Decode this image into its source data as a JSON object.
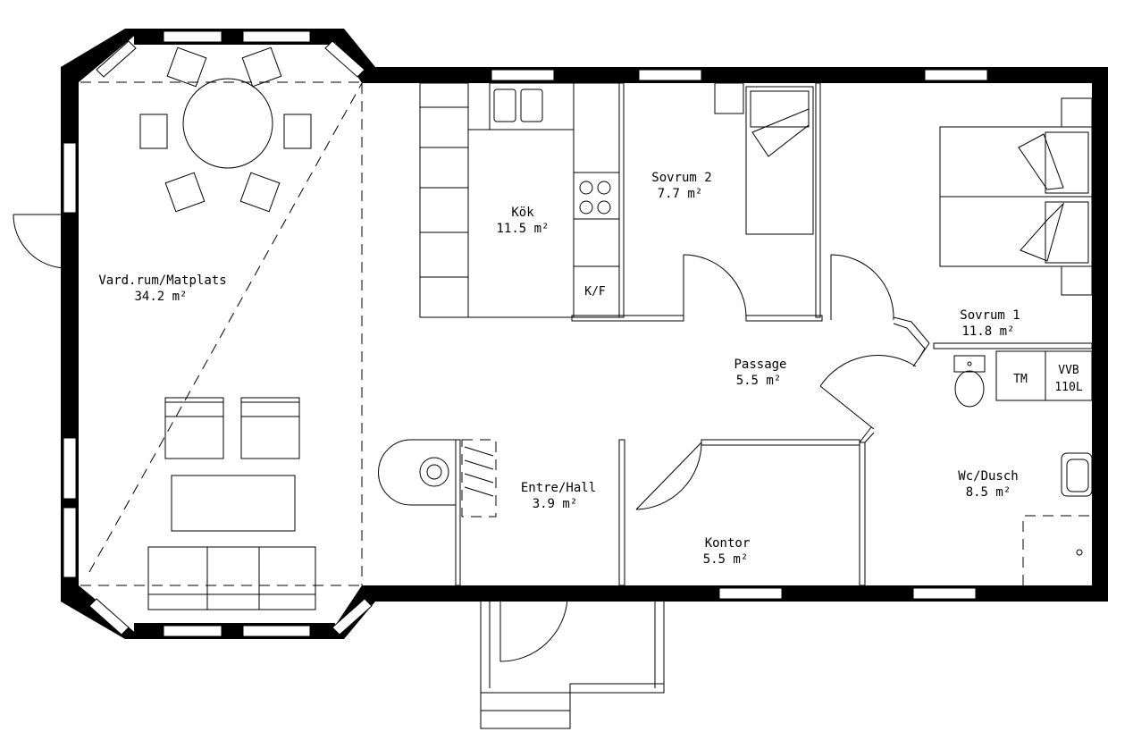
{
  "rooms": {
    "living": {
      "name": "Vard.rum/Matplats",
      "area": "34.2 m²"
    },
    "kitchen": {
      "name": "Kök",
      "area": "11.5 m²"
    },
    "bedroom2": {
      "name": "Sovrum 2",
      "area": "7.7 m²"
    },
    "bedroom1": {
      "name": "Sovrum 1",
      "area": "11.8 m²"
    },
    "passage": {
      "name": "Passage",
      "area": "5.5 m²"
    },
    "hall": {
      "name": "Entre/Hall",
      "area": "3.9 m²"
    },
    "office": {
      "name": "Kontor",
      "area": "5.5 m²"
    },
    "bathroom": {
      "name": "Wc/Dusch",
      "area": "8.5 m²"
    }
  },
  "fixtures": {
    "fridge": "K/F",
    "washer": "TM",
    "heater_line1": "VVB",
    "heater_line2": "110L"
  }
}
